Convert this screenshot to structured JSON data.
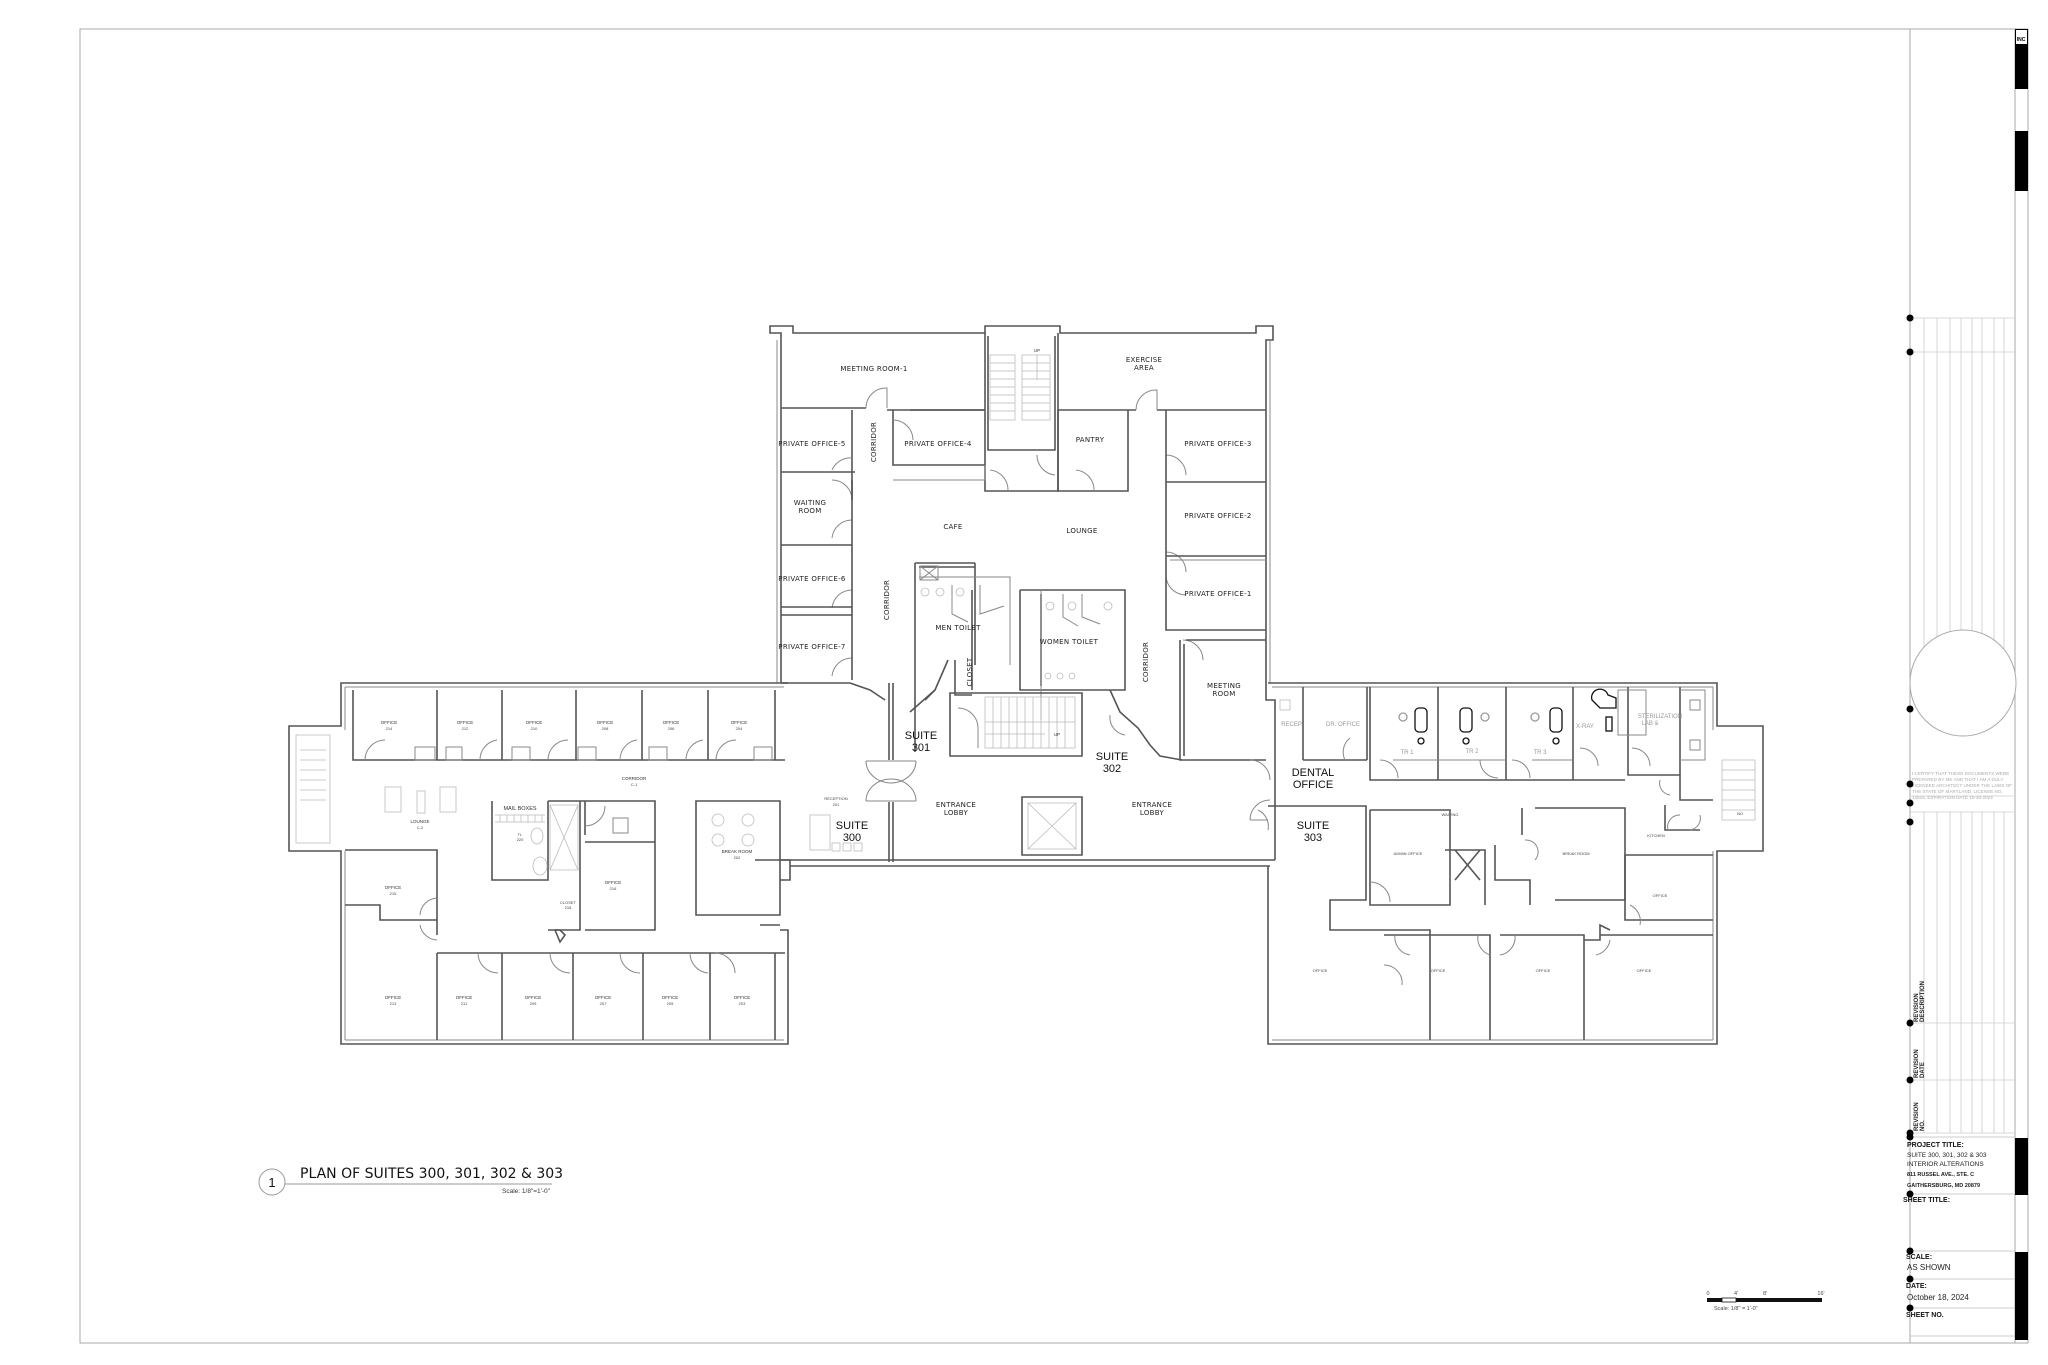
{
  "sheet": {
    "corner_label": "INC",
    "plan_number": "1",
    "plan_title": "PLAN OF SUITES 300, 301, 302 & 303",
    "plan_scale": "Scale: 1/8\"=1'-0\"",
    "scale_bar": {
      "ticks": [
        "0",
        "4'",
        "8'",
        "16'"
      ],
      "caption": "Scale: 1/8\" = 1'-0\""
    }
  },
  "title_block": {
    "certification": [
      "I CERTIFY THAT THESE DOCUMENTS WERE",
      "PREPARED BY ME AND THAT I AM A DULY",
      "LICENSED ARCHITECT UNDER THE LAWS OF",
      "THE STATE OF MARYLAND, LICENSE NO.",
      "14816, EXPIRATION DATE 10-30-2024"
    ],
    "revision_description": [
      "REVISION",
      "DESCRIPTION"
    ],
    "revision_date": [
      "REVISION",
      "DATE"
    ],
    "revision_no": [
      "REVISION",
      "NO."
    ],
    "project_title_label": "PROJECT TITLE:",
    "project_title_lines": [
      "SUITE 300, 301, 302 & 303",
      "INTERIOR ALTERATIONS"
    ],
    "address_lines": [
      "811 RUSSEL AVE., STE. C",
      "GAITHERSBURG, MD 20879"
    ],
    "sheet_title_label": "SHEET TITLE:",
    "scale_label": "SCALE:",
    "scale_value": "AS SHOWN",
    "date_label": "DATE:",
    "date_value": "October 18, 2024",
    "sheet_no_label": "SHEET NO."
  },
  "suites": {
    "s300": [
      "SUITE",
      "300"
    ],
    "s301": [
      "SUITE",
      "301"
    ],
    "s302": [
      "SUITE",
      "302"
    ],
    "s303": [
      "SUITE",
      "303"
    ],
    "dental": [
      "DENTAL",
      "OFFICE"
    ]
  },
  "rooms_top": {
    "meeting_room_1": "MEETING ROOM-1",
    "exercise_area": [
      "EXERCISE",
      "AREA"
    ],
    "private_office_5": "PRIVATE OFFICE-5",
    "private_office_4": "PRIVATE OFFICE-4",
    "pantry": "PANTRY",
    "private_office_3": "PRIVATE OFFICE-3",
    "waiting_room": [
      "WAITING",
      "ROOM"
    ],
    "cafe": "CAFE",
    "lounge": "LOUNGE",
    "private_office_2": "PRIVATE OFFICE-2",
    "private_office_6": "PRIVATE OFFICE-6",
    "private_office_1": "PRIVATE OFFICE-1",
    "private_office_7": "PRIVATE OFFICE-7",
    "men_toilet": "MEN TOILET",
    "women_toilet": "WOMEN TOILET",
    "closet": "CLOSET",
    "corridor": "CORRIDOR",
    "meeting_room": [
      "MEETING",
      "ROOM"
    ],
    "stair_up": "UP",
    "entrance_lobby": [
      "ENTRANCE",
      "LOBBY"
    ]
  },
  "rooms_left": {
    "office": "OFFICE",
    "top_office_numbers": [
      "214",
      "212",
      "210",
      "208",
      "206",
      "204"
    ],
    "bottom_office_numbers": [
      "213",
      "211",
      "209",
      "207",
      "205",
      "203"
    ],
    "office_west": "215",
    "office_core": "216",
    "corridor": "CORRIDOR",
    "corridor_no": "C-1",
    "lounge": "LOUNGE",
    "lounge_no": "C-2",
    "mail_boxes": "MAIL BOXES",
    "toilet": "TL",
    "toilet_no": "220",
    "closet": "CLOSET",
    "closet_no": "218",
    "break_room": "BREAK ROOM",
    "break_room_no": "202",
    "reception": "RECEPTION",
    "reception_no": "201"
  },
  "rooms_right": {
    "recep": "RECEP.",
    "dr_office": "DR. OFFICE",
    "tr1": "TR 1",
    "tr2": "TR 2",
    "tr3": "TR 3",
    "xray": "X-RAY",
    "sterilization": [
      "STERILIZATION",
      "LAB &"
    ],
    "waiting": "WAITING",
    "admin_office": "ADMIN OFFICE",
    "break_room": "BREAK ROOM",
    "kitchen": "KITCHEN",
    "office": "OFFICE",
    "stair_label": "NO"
  }
}
